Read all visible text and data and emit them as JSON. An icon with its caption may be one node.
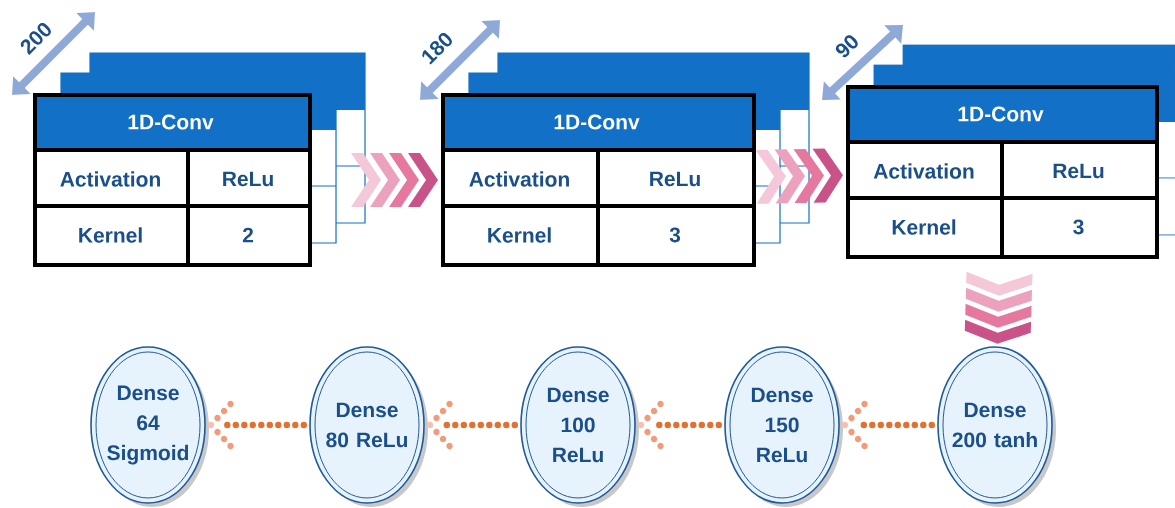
{
  "diagram": {
    "nodes": [
      {
        "text": [
          "1D-Conv",
          "Activation",
          "ReLu",
          "Kernel",
          "2"
        ]
      },
      {
        "text": [
          "1D-Conv",
          "Activation",
          "ReLu",
          "Kernel",
          "3"
        ]
      },
      {
        "text": [
          "1D-Conv",
          "Activation",
          "ReLu",
          "Kernel",
          "3"
        ]
      },
      {
        "text": [
          "Dense 64 Sigmoid"
        ]
      },
      {
        "text": [
          "Dense 80 ReLu"
        ]
      },
      {
        "text": [
          "Dense 100 ReLu"
        ]
      },
      {
        "text": [
          "Dense 150 ReLu"
        ]
      },
      {
        "text": [
          "Dense 200 tanh"
        ]
      }
    ],
    "edges": [
      {
        "from": 0,
        "to": 1,
        "arrow": "to"
      },
      {
        "from": 1,
        "to": 2,
        "arrow": "to"
      },
      {
        "from": 2,
        "to": 7,
        "arrow": "to"
      },
      {
        "from": 7,
        "to": 6,
        "arrow": "to",
        "style": "dashed"
      },
      {
        "from": 6,
        "to": 5,
        "arrow": "to",
        "style": "dashed"
      },
      {
        "from": 5,
        "to": 4,
        "arrow": "to",
        "style": "dashed"
      },
      {
        "from": 4,
        "to": 3,
        "arrow": "to",
        "style": "dashed"
      }
    ],
    "labels": [
      "200",
      "180",
      "90"
    ]
  }
}
